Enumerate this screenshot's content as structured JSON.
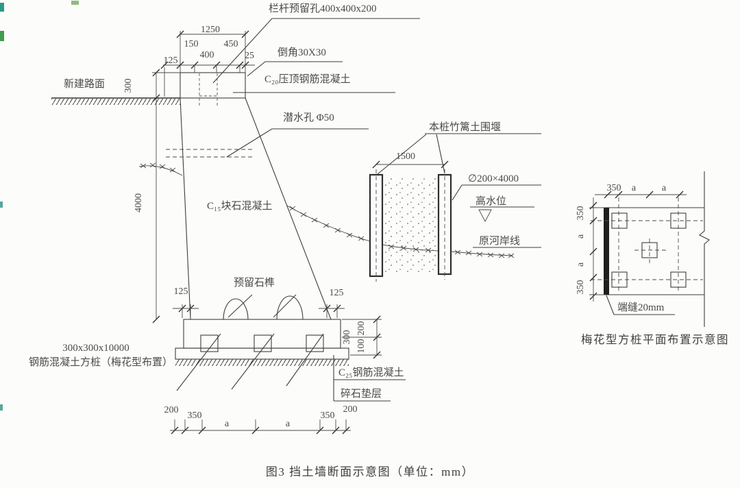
{
  "caption": "图3  挡土墙断面示意图（单位：mm）",
  "section": {
    "labels": {
      "rail_hole": "栏杆预留孔400x400x200",
      "chamfer": "倒角30X30",
      "cap_concrete": "C₂₀压顶钢筋混凝土",
      "weep_hole": "潜水孔 Φ50",
      "new_road": "新建路面",
      "rubble_concrete": "C₁₅块石混凝土",
      "stone_tenon": "预留石榫",
      "pile_spec_l1": "300x300x10000",
      "pile_spec_l2": "钢筋混凝土方桩（梅花型布置）",
      "footing_concrete": "C₂₅钢筋混凝土",
      "gravel_bed": "碎石垫层"
    },
    "dims": {
      "cap_total": "1250",
      "cap_150": "150",
      "cap_450": "450",
      "cap_400": "400",
      "cap_125": "125",
      "cap_25": "25",
      "cap_height": "300",
      "wall_height": "4000",
      "ledge_left": "125",
      "ledge_right": "125",
      "base_200": "200",
      "base_100": "100",
      "base_300": "300",
      "bottom_chain": [
        "200",
        "350",
        "a",
        "a",
        "350",
        "200"
      ]
    }
  },
  "cofferdam": {
    "labels": {
      "name": "本桩竹篱土围堰",
      "pile_size": "∅200×4000",
      "high_water": "高水位",
      "old_river_bank": "原河岸线"
    },
    "dims": {
      "spacing": "1500"
    }
  },
  "plan": {
    "caption": "梅花型方桩平面布置示意图",
    "end_seam": "端缝20mm",
    "dims_top": [
      "350",
      "a",
      "a"
    ],
    "dims_left": [
      "350",
      "a",
      "a",
      "350"
    ]
  }
}
